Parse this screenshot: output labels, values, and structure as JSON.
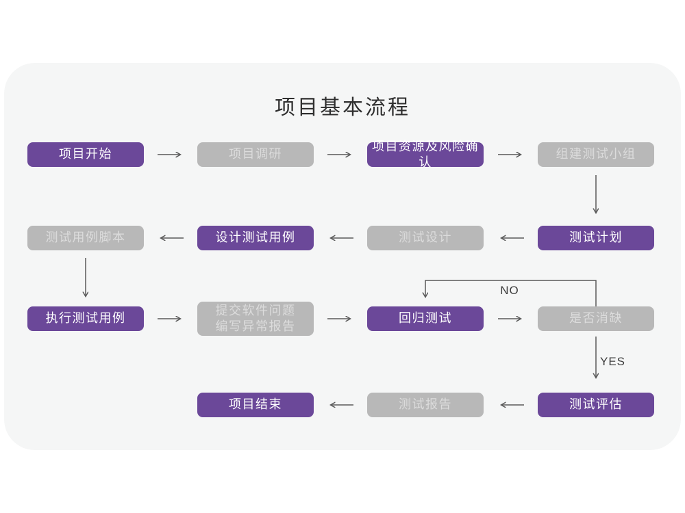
{
  "title": "项目基本流程",
  "labels": {
    "no": "NO",
    "yes": "YES"
  },
  "colors": {
    "purple": "#6B4899",
    "gray_box": "#B8B8B8",
    "card_bg": "#F5F6F6",
    "page_bg": "#FFFFFF",
    "arrow": "#595959",
    "purple_text": "#FFFFFF",
    "gray_text": "#DCDCDC",
    "title_text": "#2F2F2F",
    "branch_label_text": "#3D3D3D"
  },
  "nodes": [
    {
      "id": "project-start",
      "text": "项目开始",
      "type": "purple"
    },
    {
      "id": "project-research",
      "text": "项目调研",
      "type": "gray"
    },
    {
      "id": "resources-risk-confirm",
      "text": "项目资源及风险确认",
      "type": "purple"
    },
    {
      "id": "build-test-team",
      "text": "组建测试小组",
      "type": "gray"
    },
    {
      "id": "test-plan",
      "text": "测试计划",
      "type": "purple"
    },
    {
      "id": "test-design",
      "text": "测试设计",
      "type": "gray"
    },
    {
      "id": "design-test-cases",
      "text": "设计测试用例",
      "type": "purple"
    },
    {
      "id": "test-case-script",
      "text": "测试用例脚本",
      "type": "gray"
    },
    {
      "id": "execute-test-cases",
      "text": "执行测试用例",
      "type": "purple"
    },
    {
      "id": "submit-issues-report",
      "lines": [
        "提交软件问题",
        "编写异常报告"
      ],
      "type": "gray"
    },
    {
      "id": "regression-test",
      "text": "回归测试",
      "type": "purple"
    },
    {
      "id": "defect-resolved",
      "text": "是否消缺",
      "type": "gray"
    },
    {
      "id": "test-evaluation",
      "text": "测试评估",
      "type": "purple"
    },
    {
      "id": "test-report",
      "text": "测试报告",
      "type": "gray"
    },
    {
      "id": "project-end",
      "text": "项目结束",
      "type": "purple"
    }
  ]
}
